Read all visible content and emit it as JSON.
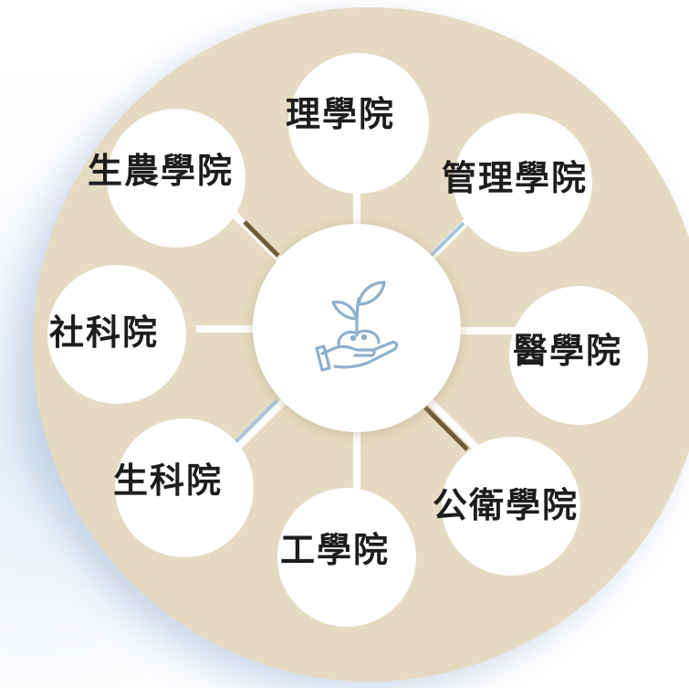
{
  "diagram": {
    "center_icon": "hand-holding-sprout-icon",
    "colors": {
      "background_ring": "#e5dbc2",
      "node_fill": "#ffffff",
      "label_text": "#1d1d1d",
      "icon_stroke": "#8fb0cc",
      "accent_dark": "#6f5a35",
      "accent_blue": "#a9c3da"
    },
    "colleges": [
      {
        "id": "science",
        "label": "理學院"
      },
      {
        "id": "management",
        "label": "管理學院"
      },
      {
        "id": "medicine",
        "label": "醫學院"
      },
      {
        "id": "public-health",
        "label": "公衛學院"
      },
      {
        "id": "engineering",
        "label": "工學院"
      },
      {
        "id": "life-science",
        "label": "生科院"
      },
      {
        "id": "social-science",
        "label": "社科院"
      },
      {
        "id": "bioresources-agriculture",
        "label": "生農學院"
      }
    ]
  }
}
